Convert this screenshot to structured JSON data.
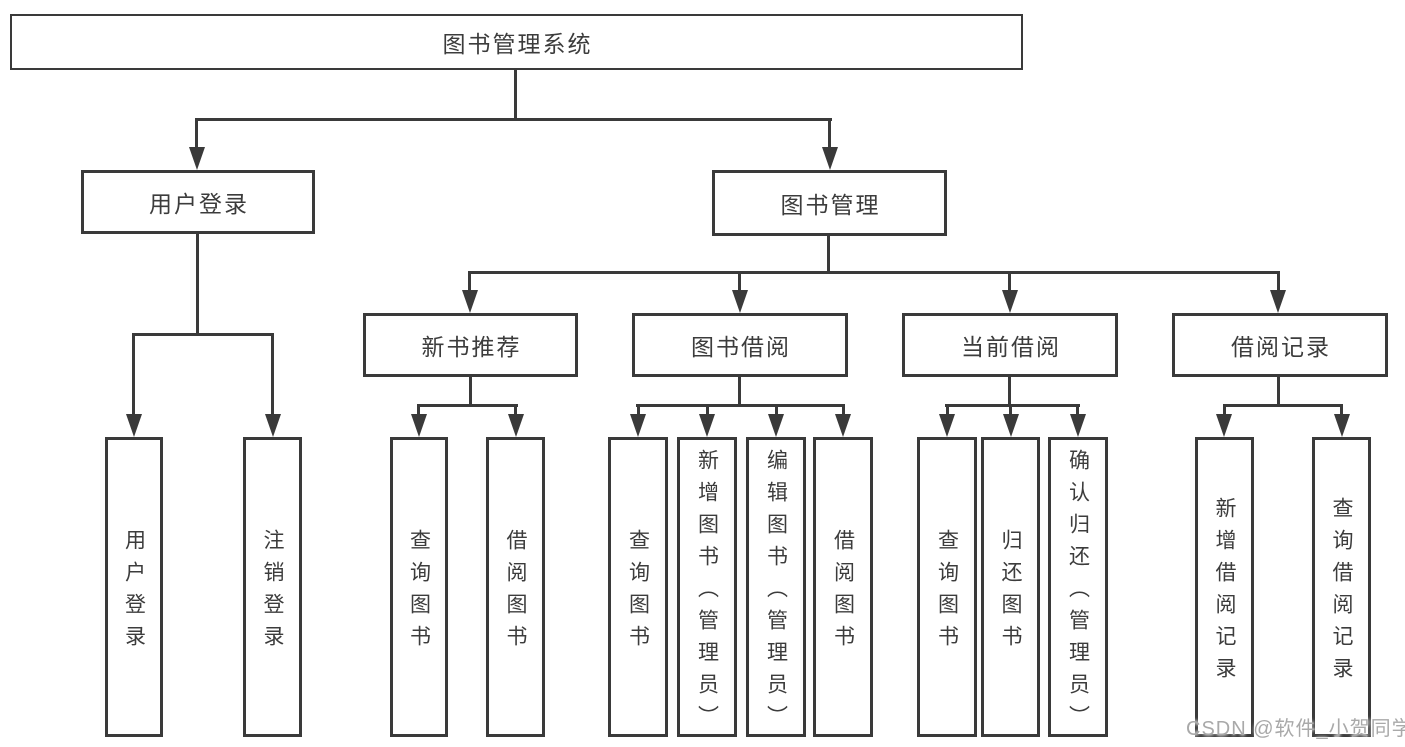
{
  "diagram_title": "图书管理系统",
  "colors": {
    "line": "#3a3a3a",
    "text": "#3c3c3c",
    "watermark": "#a9a9a9",
    "background": "#ffffff"
  },
  "nodes": {
    "root": {
      "label": "图书管理系统"
    },
    "level2": [
      {
        "label": "用户登录"
      },
      {
        "label": "图书管理"
      }
    ],
    "level3": [
      {
        "label": "新书推荐",
        "parent": "图书管理"
      },
      {
        "label": "图书借阅",
        "parent": "图书管理"
      },
      {
        "label": "当前借阅",
        "parent": "图书管理"
      },
      {
        "label": "借阅记录",
        "parent": "图书管理"
      }
    ],
    "leaves": [
      {
        "label": "用户登录",
        "parent": "用户登录"
      },
      {
        "label": "注销登录",
        "parent": "用户登录"
      },
      {
        "label": "查询图书",
        "parent": "新书推荐"
      },
      {
        "label": "借阅图书",
        "parent": "新书推荐"
      },
      {
        "label": "查询图书",
        "parent": "图书借阅"
      },
      {
        "label": "新增图书（管理员）",
        "parent": "图书借阅"
      },
      {
        "label": "编辑图书（管理员）",
        "parent": "图书借阅"
      },
      {
        "label": "借阅图书",
        "parent": "图书借阅"
      },
      {
        "label": "查询图书",
        "parent": "当前借阅"
      },
      {
        "label": "归还图书",
        "parent": "当前借阅"
      },
      {
        "label": "确认归还（管理员）",
        "parent": "当前借阅"
      },
      {
        "label": "新增借阅记录",
        "parent": "借阅记录"
      },
      {
        "label": "查询借阅记录",
        "parent": "借阅记录"
      }
    ]
  },
  "watermark": "CSDN @软件_小贺同学"
}
